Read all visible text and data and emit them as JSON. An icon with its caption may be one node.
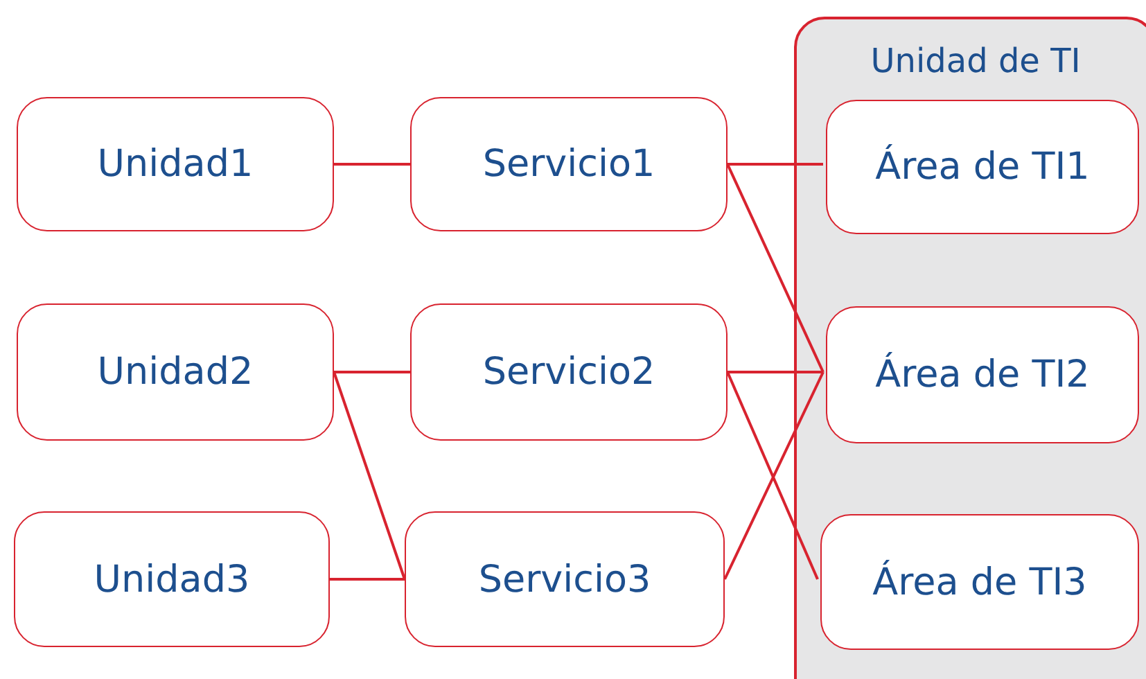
{
  "diagram": {
    "nodes": [
      {
        "text": [
          "Unidad de TI"
        ]
      },
      {
        "text": [
          "Unidad1"
        ]
      },
      {
        "text": [
          "Unidad2"
        ]
      },
      {
        "text": [
          "Unidad3"
        ]
      },
      {
        "text": [
          "Servicio1"
        ]
      },
      {
        "text": [
          "Servicio2"
        ]
      },
      {
        "text": [
          "Servicio3"
        ]
      },
      {
        "text": [
          "Área de TI1"
        ],
        "in": 0
      },
      {
        "text": [
          "Área de TI2"
        ],
        "in": 0
      },
      {
        "text": [
          "Área de TI3"
        ],
        "in": 0
      }
    ],
    "edges": [
      {
        "from": 1,
        "to": 4,
        "arrow": "none"
      },
      {
        "from": 4,
        "to": 7,
        "arrow": "none"
      },
      {
        "from": 4,
        "to": 8,
        "arrow": "none"
      },
      {
        "from": 2,
        "to": 5,
        "arrow": "none"
      },
      {
        "from": 2,
        "to": 6,
        "arrow": "none"
      },
      {
        "from": 3,
        "to": 6,
        "arrow": "none"
      },
      {
        "from": 5,
        "to": 8,
        "arrow": "none"
      },
      {
        "from": 5,
        "to": 9,
        "arrow": "none"
      },
      {
        "from": 6,
        "to": 8,
        "arrow": "none"
      }
    ]
  }
}
